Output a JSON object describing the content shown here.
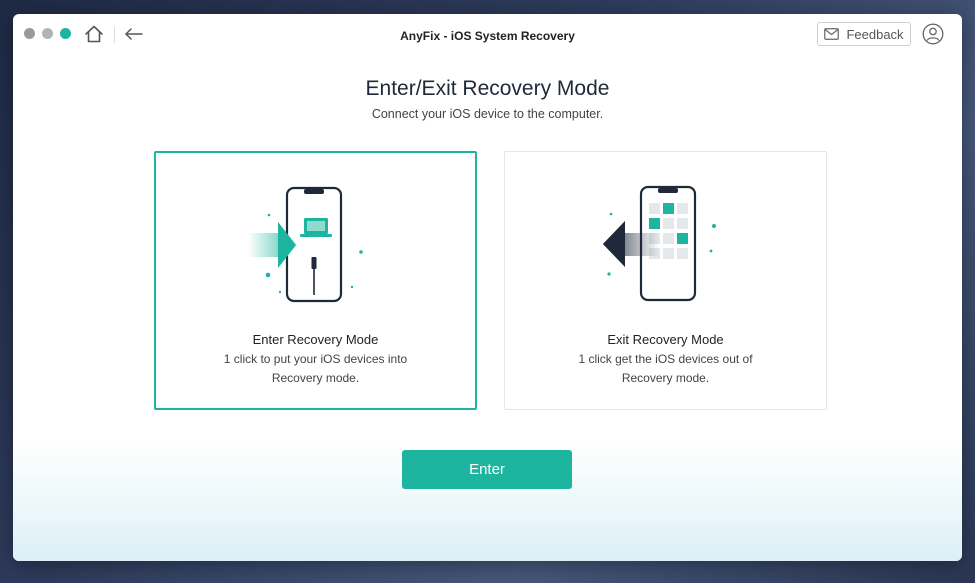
{
  "window": {
    "title": "AnyFix - iOS System Recovery"
  },
  "toolbar": {
    "home_icon": "home-icon",
    "back_icon": "arrow-left-icon",
    "feedback_label": "Feedback",
    "feedback_icon": "envelope-icon",
    "account_icon": "user-icon"
  },
  "main": {
    "title": "Enter/Exit Recovery Mode",
    "subtitle": "Connect your iOS device to the computer.",
    "cards": [
      {
        "title": "Enter Recovery Mode",
        "description": "1 click to put your iOS devices into Recovery mode.",
        "selected": true
      },
      {
        "title": "Exit Recovery Mode",
        "description": "1 click get the iOS devices out of Recovery mode.",
        "selected": false
      }
    ],
    "enter_label": "Enter"
  },
  "colors": {
    "accent": "#1db4a0",
    "dark_navy": "#1e2a3a"
  }
}
